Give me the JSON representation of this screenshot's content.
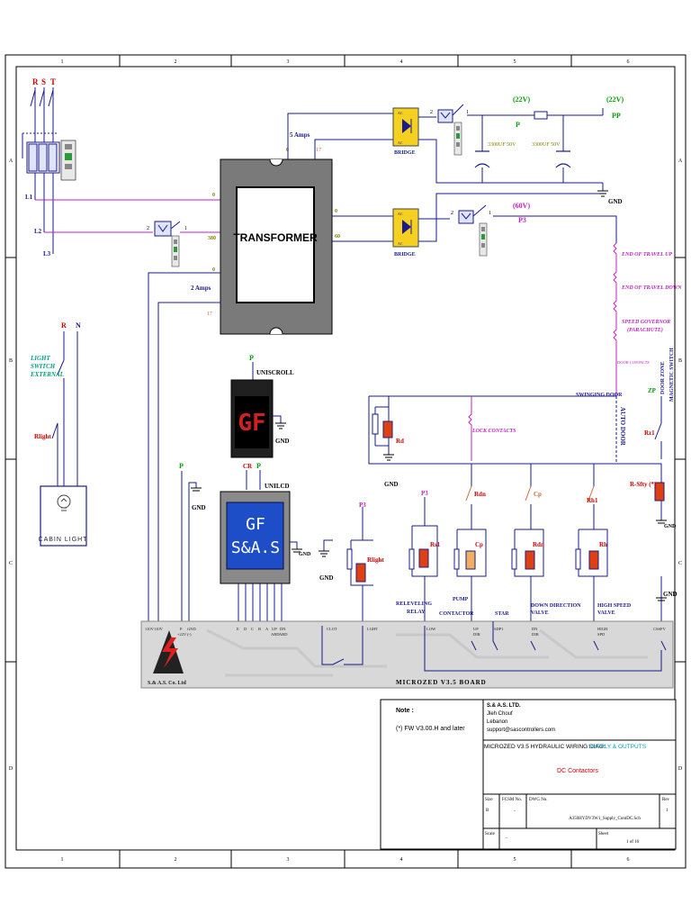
{
  "frame": {
    "cols": [
      "1",
      "2",
      "3",
      "4",
      "5",
      "6"
    ],
    "rows": [
      "A",
      "B",
      "C",
      "D"
    ]
  },
  "supply": {
    "phases": [
      "R",
      "S",
      "T"
    ],
    "l_labels": [
      "L1",
      "L2",
      "L3"
    ]
  },
  "transformer": {
    "label": "TRANSFORMER",
    "amps_top": "5 Amps",
    "amps_bottom": "2 Amps",
    "pin_17_top": "17",
    "pin_17_bottom": "17",
    "pin_0a": "0",
    "pin_0b": "0",
    "pin_0c": "0",
    "pin_0d": "0",
    "pin_0e": "0",
    "pin_380": "380",
    "pin_60": "60"
  },
  "dc_supply": {
    "bridge_top": "BRIDGE",
    "bridge_bottom": "BRIDGE",
    "ac": "AC",
    "v22_a": "(22V)",
    "v22_b": "(22V)",
    "p_label": "P",
    "pp_label": "PP",
    "cap1": "3300UF 50V",
    "cap2": "3300UF 50V",
    "gnd": "GND",
    "v60": "(60V)",
    "p3": "P3",
    "breaker_1": "1",
    "breaker_2": "2"
  },
  "safety_chain": {
    "end_up": "END OF TRAVEL UP",
    "end_down": "END OF TRAVEL DOWN",
    "governor_1": "SPEED GOVERNOR",
    "governor_2": "(PARACHUTE)",
    "door_contacts": "DOOR CONTACTS",
    "swinging_door": "SWINGING DOOR",
    "lock_contacts": "LOCK CONTACTS",
    "auto_door": "AUTO DOOR",
    "door_zone_1": "DOOR ZONE",
    "door_zone_2": "MAGNETIC SWITCH",
    "zp": "ZP",
    "rz1": "Rz1",
    "rd": "Rd",
    "rsfty": "R-Sfty (*)"
  },
  "lighting": {
    "r": "R",
    "n": "N",
    "switch_1": "LIGHT",
    "switch_2": "SWITCH",
    "switch_3": "EXTERNAL",
    "rlight": "Rlight",
    "cabin_light": "CABIN LIGHT"
  },
  "displays": {
    "p_top": "P",
    "uniscroll": "UNISCROLL",
    "gnd": "GND",
    "seg_text": "GF",
    "cr": "CR",
    "p_lcd": "P",
    "unilcd": "UNILCD",
    "lcd_line1": "GF",
    "lcd_line2": "S&A.S",
    "p_left": "P",
    "gnd_left": "GND"
  },
  "outputs": {
    "p3_a": "P3",
    "p3_b": "P3",
    "rlight": "Rlight",
    "rs1": "Rs1",
    "cp_coil": "Cp",
    "rdn_coil": "Rdn",
    "rh_coil": "Rh",
    "rdn_contact": "Rdn",
    "cp_contact": "Cp",
    "rh1_contact": "Rh1",
    "relev_1": "RELEVELING",
    "relev_2": "RELAY",
    "pump_1": "PUMP",
    "pump_2": "CONTACTOR",
    "star": "STAR",
    "down_1": "DOWN DIRECTION",
    "down_2": "VALVE",
    "high_1": "HIGH SPEED",
    "high_2": "VALVE"
  },
  "board": {
    "title": "MICROZED V3.5 BOARD",
    "company": "S.& A.S. Co. Ltd",
    "pins_left": [
      "110V",
      "110V",
      "P",
      "GND"
    ],
    "pin_22v": "+22V",
    "pin_minus": "(-)",
    "pins_lcd": [
      "E",
      "D",
      "C",
      "B",
      "A",
      "UP",
      "DN"
    ],
    "pins_lcd_sub": [
      "ARD",
      "ARD"
    ],
    "pins_right": [
      "CLOT",
      "LGHT",
      "LOW",
      "UP",
      "SDP1",
      "DN",
      "HIGH",
      "CSSFV"
    ],
    "pins_right_sub": [
      "DIR",
      "DIR",
      "SPD"
    ]
  },
  "title_block": {
    "note_label": "Note :",
    "note_text": "(*) FW V3.00.H and later",
    "company_name": "S.& A.S. LTD.",
    "address_1": "Jleh Chouf",
    "address_2": "Lebanon",
    "email": "support@sascontrollers.com",
    "diagram_prefix": "MICROZED V3.5 HYDRAULIC WIRING DIAG:",
    "diagram_suffix": "SUPPLY & OUTPUTS",
    "subtitle": "DC Contactors",
    "size_label": "Size",
    "size_value": "B",
    "fcsm_label": "FCSM No.",
    "fcsm_value": "-",
    "dwg_label": "DWG No.",
    "dwg_value": "A350HYDV3W1_Supply_ContDC.Sch",
    "rev_label": "Rev",
    "rev_value": "1",
    "scale_label": "Scale",
    "scale_value": "-",
    "sheet_label": "Sheet",
    "sheet_value": "1 of 16"
  },
  "colors": {
    "wire_blue": "#1a1a8c",
    "wire_magenta": "#c020c0",
    "wire_olive": "#808000",
    "label_red": "#cc0000",
    "label_green": "#00a000",
    "coil_red": "#e04010",
    "bridge_yellow": "#f5d020"
  }
}
